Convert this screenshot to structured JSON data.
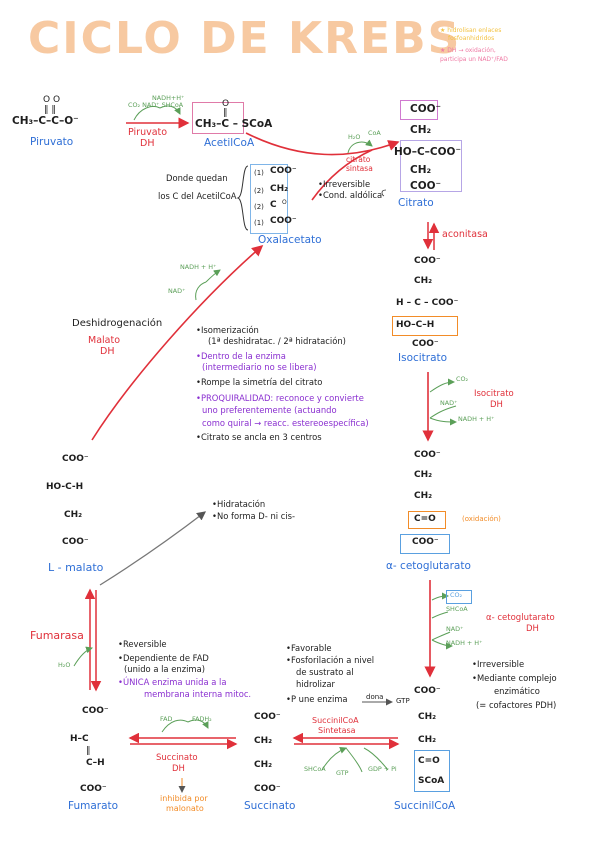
{
  "title": "CICLO DE KREBS",
  "legend": {
    "yellow_1": "★ hidrolisan enlaces",
    "yellow_2": "fosfoanhidridos",
    "pink_1": "★ DH → oxidación,",
    "pink_2": "participa un NAD⁺/FAD"
  },
  "piruvato": {
    "atoms": "O   O",
    "dbl": "‖    ‖",
    "formula": "CH₃–C–C–O⁻",
    "name": "Piruvato"
  },
  "pdh": {
    "co2_cofactors": "CO₂  NAD⁺  SHCoA",
    "nadh": "NADH+H⁺",
    "name_1": "Piruvato",
    "name_2": "DH"
  },
  "acetilcoa": {
    "o": "O",
    "dbl": "‖",
    "formula": "CH₃–C – SCoA",
    "name": "AcetilCoA"
  },
  "citrato_sintasa": {
    "h2o": "H₂O",
    "coa": "CoA",
    "name_1": "citrato",
    "name_2": "sintasa",
    "note_1": "•Irreversible",
    "note_2": "•Cond. aldólica"
  },
  "citrato": {
    "l1": "COO⁻",
    "l2": "CH₂",
    "l3": "HO–C–COO⁻",
    "l4": "CH₂",
    "l5": "COO⁻",
    "name": "Citrato"
  },
  "donde": {
    "l1": "Donde quedan",
    "l2": "los C del AcetilCoA"
  },
  "oxalacetato": {
    "n1": "(1)",
    "n2": "(2)",
    "n3": "(2)",
    "n4": "(1)",
    "l1": "COO⁻",
    "l2": "CH₂",
    "l3": "C",
    "l4": "COO⁻",
    "o": "O",
    "name": "Oxalacetato"
  },
  "aconitasa": {
    "name": "aconitasa"
  },
  "isocitrato": {
    "l1": "COO⁻",
    "l2": "CH₂",
    "l3": "H – C – COO⁻",
    "l4": "HO–C–H",
    "l5": "COO⁻",
    "name": "Isocitrato",
    "notes": [
      "•Isomerización",
      "(1ª deshidratac. / 2ª hidratación)",
      "•Dentro de la enzima",
      "(intermediario no se libera)",
      "•Rompe la simetría del citrato",
      "•PROQUIRALIDAD: reconoce y convierte",
      "uno preferentemente (actuando",
      "como quiral → reacc. estereoespecífica)",
      "•Citrato se ancla en 3 centros"
    ]
  },
  "idh": {
    "co2": "CO₂",
    "nad": "NAD⁺",
    "nadh": "NADH + H⁺",
    "name_1": "Isocitrato",
    "name_2": "DH"
  },
  "alfaceto": {
    "l1": "COO⁻",
    "l2": "CH₂",
    "l3": "CH₂",
    "l4": "C=O",
    "l5": "COO⁻",
    "oxidacion": "(oxidación)",
    "name": "α- cetoglutarato"
  },
  "akgdh": {
    "co2": "CO₂",
    "shcoa": "SHCoA",
    "nad": "NAD⁺",
    "nadh": "NADH + H⁺",
    "name_1": "α- cetoglutarato",
    "name_2": "DH",
    "note_1": "•Irreversible",
    "note_2": "•Mediante complejo",
    "note_3": "enzimático",
    "note_4": "(= cofactores PDH)"
  },
  "succinilcoa": {
    "l1": "COO⁻",
    "l2": "CH₂",
    "l3": "CH₂",
    "l4": "C=O",
    "l5": "SCoA",
    "name": "SuccinilCoA"
  },
  "scs": {
    "name_1": "SuccinilCoA",
    "name_2": "Sintetasa",
    "shcoa": "SHCoA",
    "gtp": "GTP",
    "gdp": "GDP + Pi",
    "note_1": "•Favorable",
    "note_2": "•Fosforilación a nivel",
    "note_3": "de sustrato al",
    "note_4": "hidrolizar",
    "note_5": "•P une enzima",
    "dona": "dona",
    "gtp_out": "GTP"
  },
  "succinato": {
    "l1": "COO⁻",
    "l2": "CH₂",
    "l3": "CH₂",
    "l4": "COO⁻",
    "name": "Succinato"
  },
  "sdh": {
    "fad": "FAD",
    "fadh2": "FADH₂",
    "name_1": "Succinato",
    "name_2": "DH",
    "inhib_1": "inhibida por",
    "inhib_2": "malonato",
    "note_1": "•Reversible",
    "note_2": "•Dependiente de FAD",
    "note_3": "(unido a la enzima)",
    "note_4": "•ÚNICA enzima unida a la",
    "note_5": "membrana interna mitoc."
  },
  "fumarato": {
    "l1": "COO⁻",
    "l2": "H–C",
    "l3": "‖",
    "l4": "C–H",
    "l5": "COO⁻",
    "name": "Fumarato"
  },
  "fumarasa": {
    "name": "Fumarasa",
    "h2o": "H₂O",
    "note_1": "•Hidratación",
    "note_2": "•No forma D- ni cis-"
  },
  "malato": {
    "l1": "COO⁻",
    "l2": "HO-C-H",
    "l3": "CH₂",
    "l4": "COO⁻",
    "name": "L - malato"
  },
  "mdh": {
    "title": "Deshidrogenación",
    "name_1": "Malato",
    "name_2": "DH",
    "nadh": "NADH + H⁺",
    "nad": "NAD⁺"
  }
}
